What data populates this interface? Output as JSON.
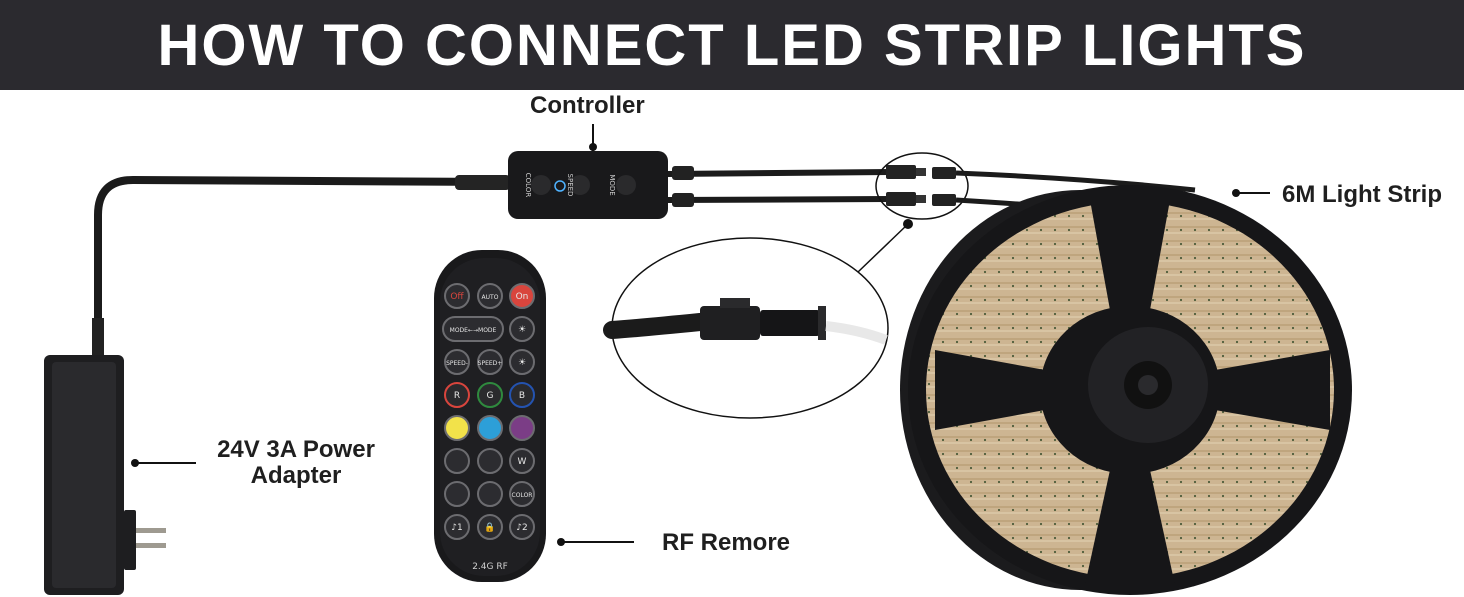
{
  "title": "HOW TO CONNECT LED STRIP LIGHTS",
  "labels": {
    "controller": "Controller",
    "light_strip": "6M Light Strip",
    "adapter_line1": "24V 3A Power",
    "adapter_line2": "Adapter",
    "remote": "RF Remore"
  },
  "controller_buttons": {
    "color": "COLOR",
    "speed": "SPEED",
    "mode": "MODE"
  },
  "remote": {
    "footer": "2.4G RF",
    "buttons": [
      [
        "Off",
        "AUTO",
        "On"
      ],
      [
        "MODE←",
        "→MODE",
        "☀"
      ],
      [
        "SPEED-",
        "SPEED+",
        "☀"
      ],
      [
        "R",
        "G",
        "B"
      ],
      [
        "",
        "",
        ""
      ],
      [
        "",
        "",
        "W"
      ],
      [
        "",
        "",
        "COLOR"
      ],
      [
        "♪1",
        "🔒",
        "♪2"
      ]
    ]
  },
  "colors": {
    "title_bg": "#2b2a2f",
    "dark": "#1c1c1e",
    "strip": "#cdb592",
    "red_button": "#d9453d",
    "green_button": "#2f8a3e",
    "blue_button": "#2453b0",
    "yellow": "#f2e24a",
    "cyan": "#2d9fd8",
    "purple": "#7b3d86"
  }
}
